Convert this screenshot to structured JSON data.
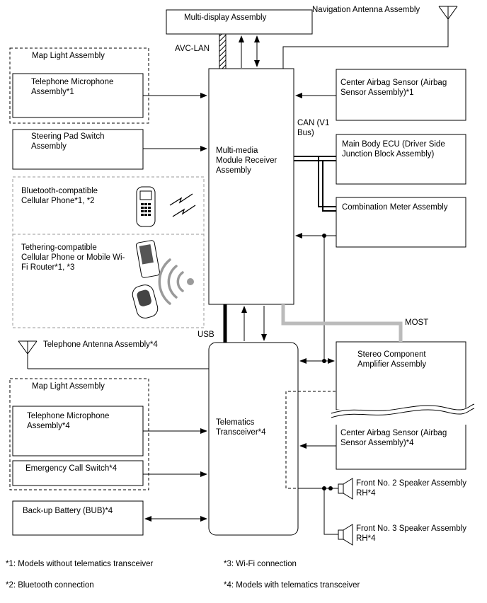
{
  "labels": {
    "multi_display": "Multi-display Assembly",
    "nav_antenna": "Navigation Antenna Assembly",
    "avc_lan": "AVC-LAN",
    "map_light_1": "Map Light Assembly",
    "tel_mic_1": "Telephone Microphone\nAssembly*1",
    "center_airbag_1": "Center Airbag Sensor (Airbag\nSensor Assembly)*1",
    "can": "CAN (V1\nBus)",
    "steering_pad": "Steering Pad Switch\nAssembly",
    "mmr": "Multi-media\nModule Receiver\nAssembly",
    "main_body_ecu": "Main Body ECU (Driver Side\nJunction Block Assembly)",
    "bluetooth_phone": "Bluetooth-compatible\nCellular Phone*1, *2",
    "combination_meter": "Combination Meter Assembly",
    "tethering_phone": "Tethering-compatible\nCellular Phone or Mobile Wi-\nFi Router*1, *3",
    "most": "MOST",
    "usb": "USB",
    "tel_antenna": "Telephone Antenna Assembly*4",
    "stereo_amp": "Stereo Component\nAmplifier Assembly",
    "map_light_2": "Map Light Assembly",
    "tel_mic_4": "Telephone Microphone\nAssembly*4",
    "telematics": "Telematics\nTransceiver*4",
    "center_airbag_4": "Center Airbag Sensor (Airbag\nSensor Assembly)*4",
    "emergency_call": "Emergency Call Switch*4",
    "front_speaker_2": "Front No. 2 Speaker Assembly\nRH*4",
    "backup_battery": "Back-up Battery (BUB)*4",
    "front_speaker_3": "Front No. 3 Speaker Assembly\nRH*4"
  },
  "footnotes": {
    "n1": "*1: Models without telematics transceiver",
    "n2": "*2: Bluetooth connection",
    "n3": "*3: Wi-Fi connection",
    "n4": "*4: Models with telematics transceiver"
  },
  "icons": [
    "antenna-icon",
    "cellular-phone-icon",
    "wireless-signal-icon",
    "smartphone-icon",
    "mobile-wifi-router-icon",
    "wifi-signal-icon",
    "speaker-icon"
  ]
}
